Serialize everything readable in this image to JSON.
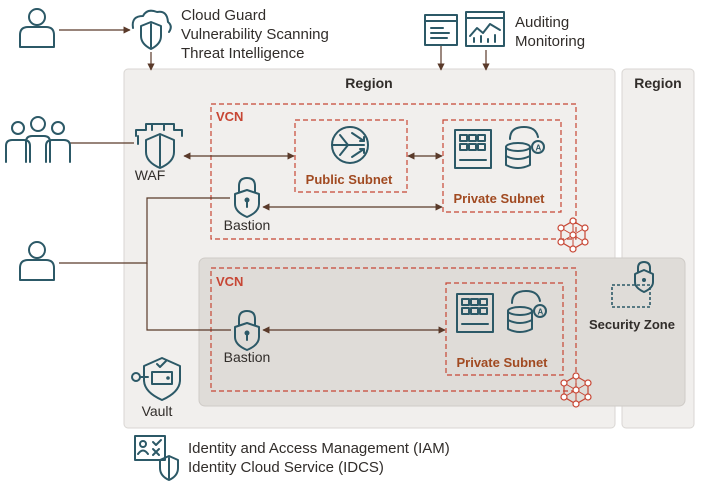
{
  "top": {
    "cloud_guard": [
      "Cloud Guard",
      "Vulnerability Scanning",
      "Threat Intelligence"
    ],
    "audit": [
      "Auditing",
      "Monitoring"
    ]
  },
  "regions": {
    "primary": "Region",
    "secondary": "Region"
  },
  "vcn_top": {
    "title": "VCN",
    "public_subnet": "Public Subnet",
    "private_subnet": "Private Subnet"
  },
  "vcn_bottom": {
    "title": "VCN",
    "private_subnet": "Private Subnet"
  },
  "labels": {
    "waf": "WAF",
    "bastion_top": "Bastion",
    "bastion_bottom": "Bastion",
    "vault": "Vault",
    "security_zone": "Security Zone"
  },
  "bottom": {
    "lines": [
      "Identity and Access Management (IAM)",
      "Identity Cloud Service (IDCS)"
    ]
  },
  "colors": {
    "accent": "#c74634",
    "icon": "#2c5967",
    "region_bg": "#f1efed",
    "zone_bg": "#dfdcd8"
  },
  "icons": [
    "user-icon",
    "users-group-icon",
    "shield-cloud-icon",
    "report-icon",
    "monitor-chart-icon",
    "firewall-shield-icon",
    "lock-icon",
    "router-icon",
    "server-icon",
    "database-icon",
    "vault-icon",
    "mesh-icon",
    "iam-icon"
  ]
}
